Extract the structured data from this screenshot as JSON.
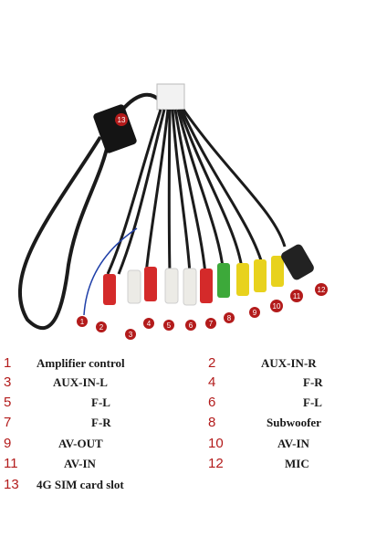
{
  "photo": {
    "callouts": [
      "1",
      "2",
      "3",
      "4",
      "5",
      "6",
      "7",
      "8",
      "9",
      "10",
      "11",
      "12",
      "13"
    ],
    "colors": {
      "cable": "#1b1b1b",
      "red": "#d42a2a",
      "white": "#ecebe6",
      "green": "#3da93a",
      "yellow": "#e8d21d",
      "black_jack": "#222222",
      "blue_wire": "#1f3fa8",
      "callout_badge": "#b31b1b",
      "connector": "#f2f2f2"
    }
  },
  "legend": {
    "items": [
      {
        "num": "1",
        "label": "Amplifier control"
      },
      {
        "num": "2",
        "label": "AUX-IN-R"
      },
      {
        "num": "3",
        "label": "AUX-IN-L"
      },
      {
        "num": "4",
        "label": "F-R"
      },
      {
        "num": "5",
        "label": "F-L"
      },
      {
        "num": "6",
        "label": "F-L"
      },
      {
        "num": "7",
        "label": "F-R"
      },
      {
        "num": "8",
        "label": "Subwoofer"
      },
      {
        "num": "9",
        "label": "AV-OUT"
      },
      {
        "num": "10",
        "label": "AV-IN"
      },
      {
        "num": "11",
        "label": "AV-IN"
      },
      {
        "num": "12",
        "label": "MIC"
      },
      {
        "num": "13",
        "label": "4G SIM card  slot"
      }
    ]
  }
}
